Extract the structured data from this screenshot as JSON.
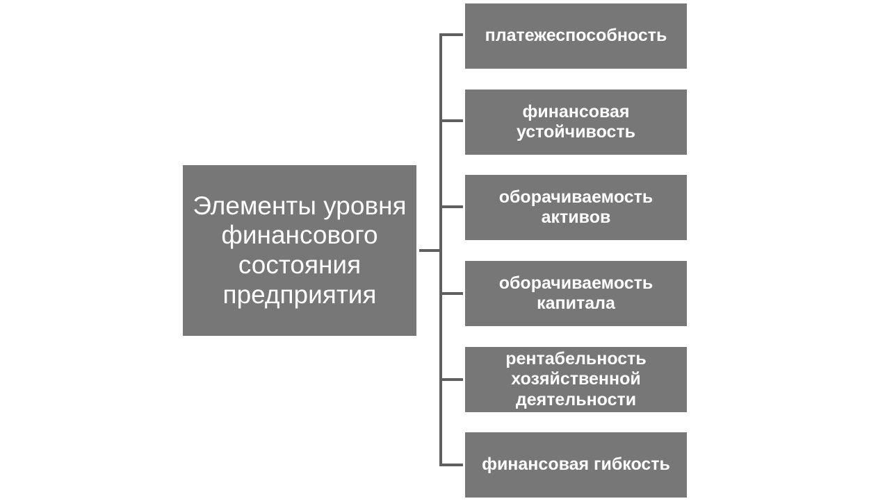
{
  "diagram": {
    "root": {
      "text": "Элементы уровня финансового состояния предприятия"
    },
    "children": [
      {
        "text": "платежеспособность"
      },
      {
        "text": "финансовая устойчивость"
      },
      {
        "text": "оборачиваемость активов"
      },
      {
        "text": "оборачиваемость капитала"
      },
      {
        "text": "рентабельность хозяйственной деятельности"
      },
      {
        "text": "финансовая гибкость"
      }
    ],
    "colors": {
      "box_fill": "#777777",
      "box_text": "#ffffff",
      "connector": "#5f5f5f",
      "background": "#ffffff"
    }
  }
}
